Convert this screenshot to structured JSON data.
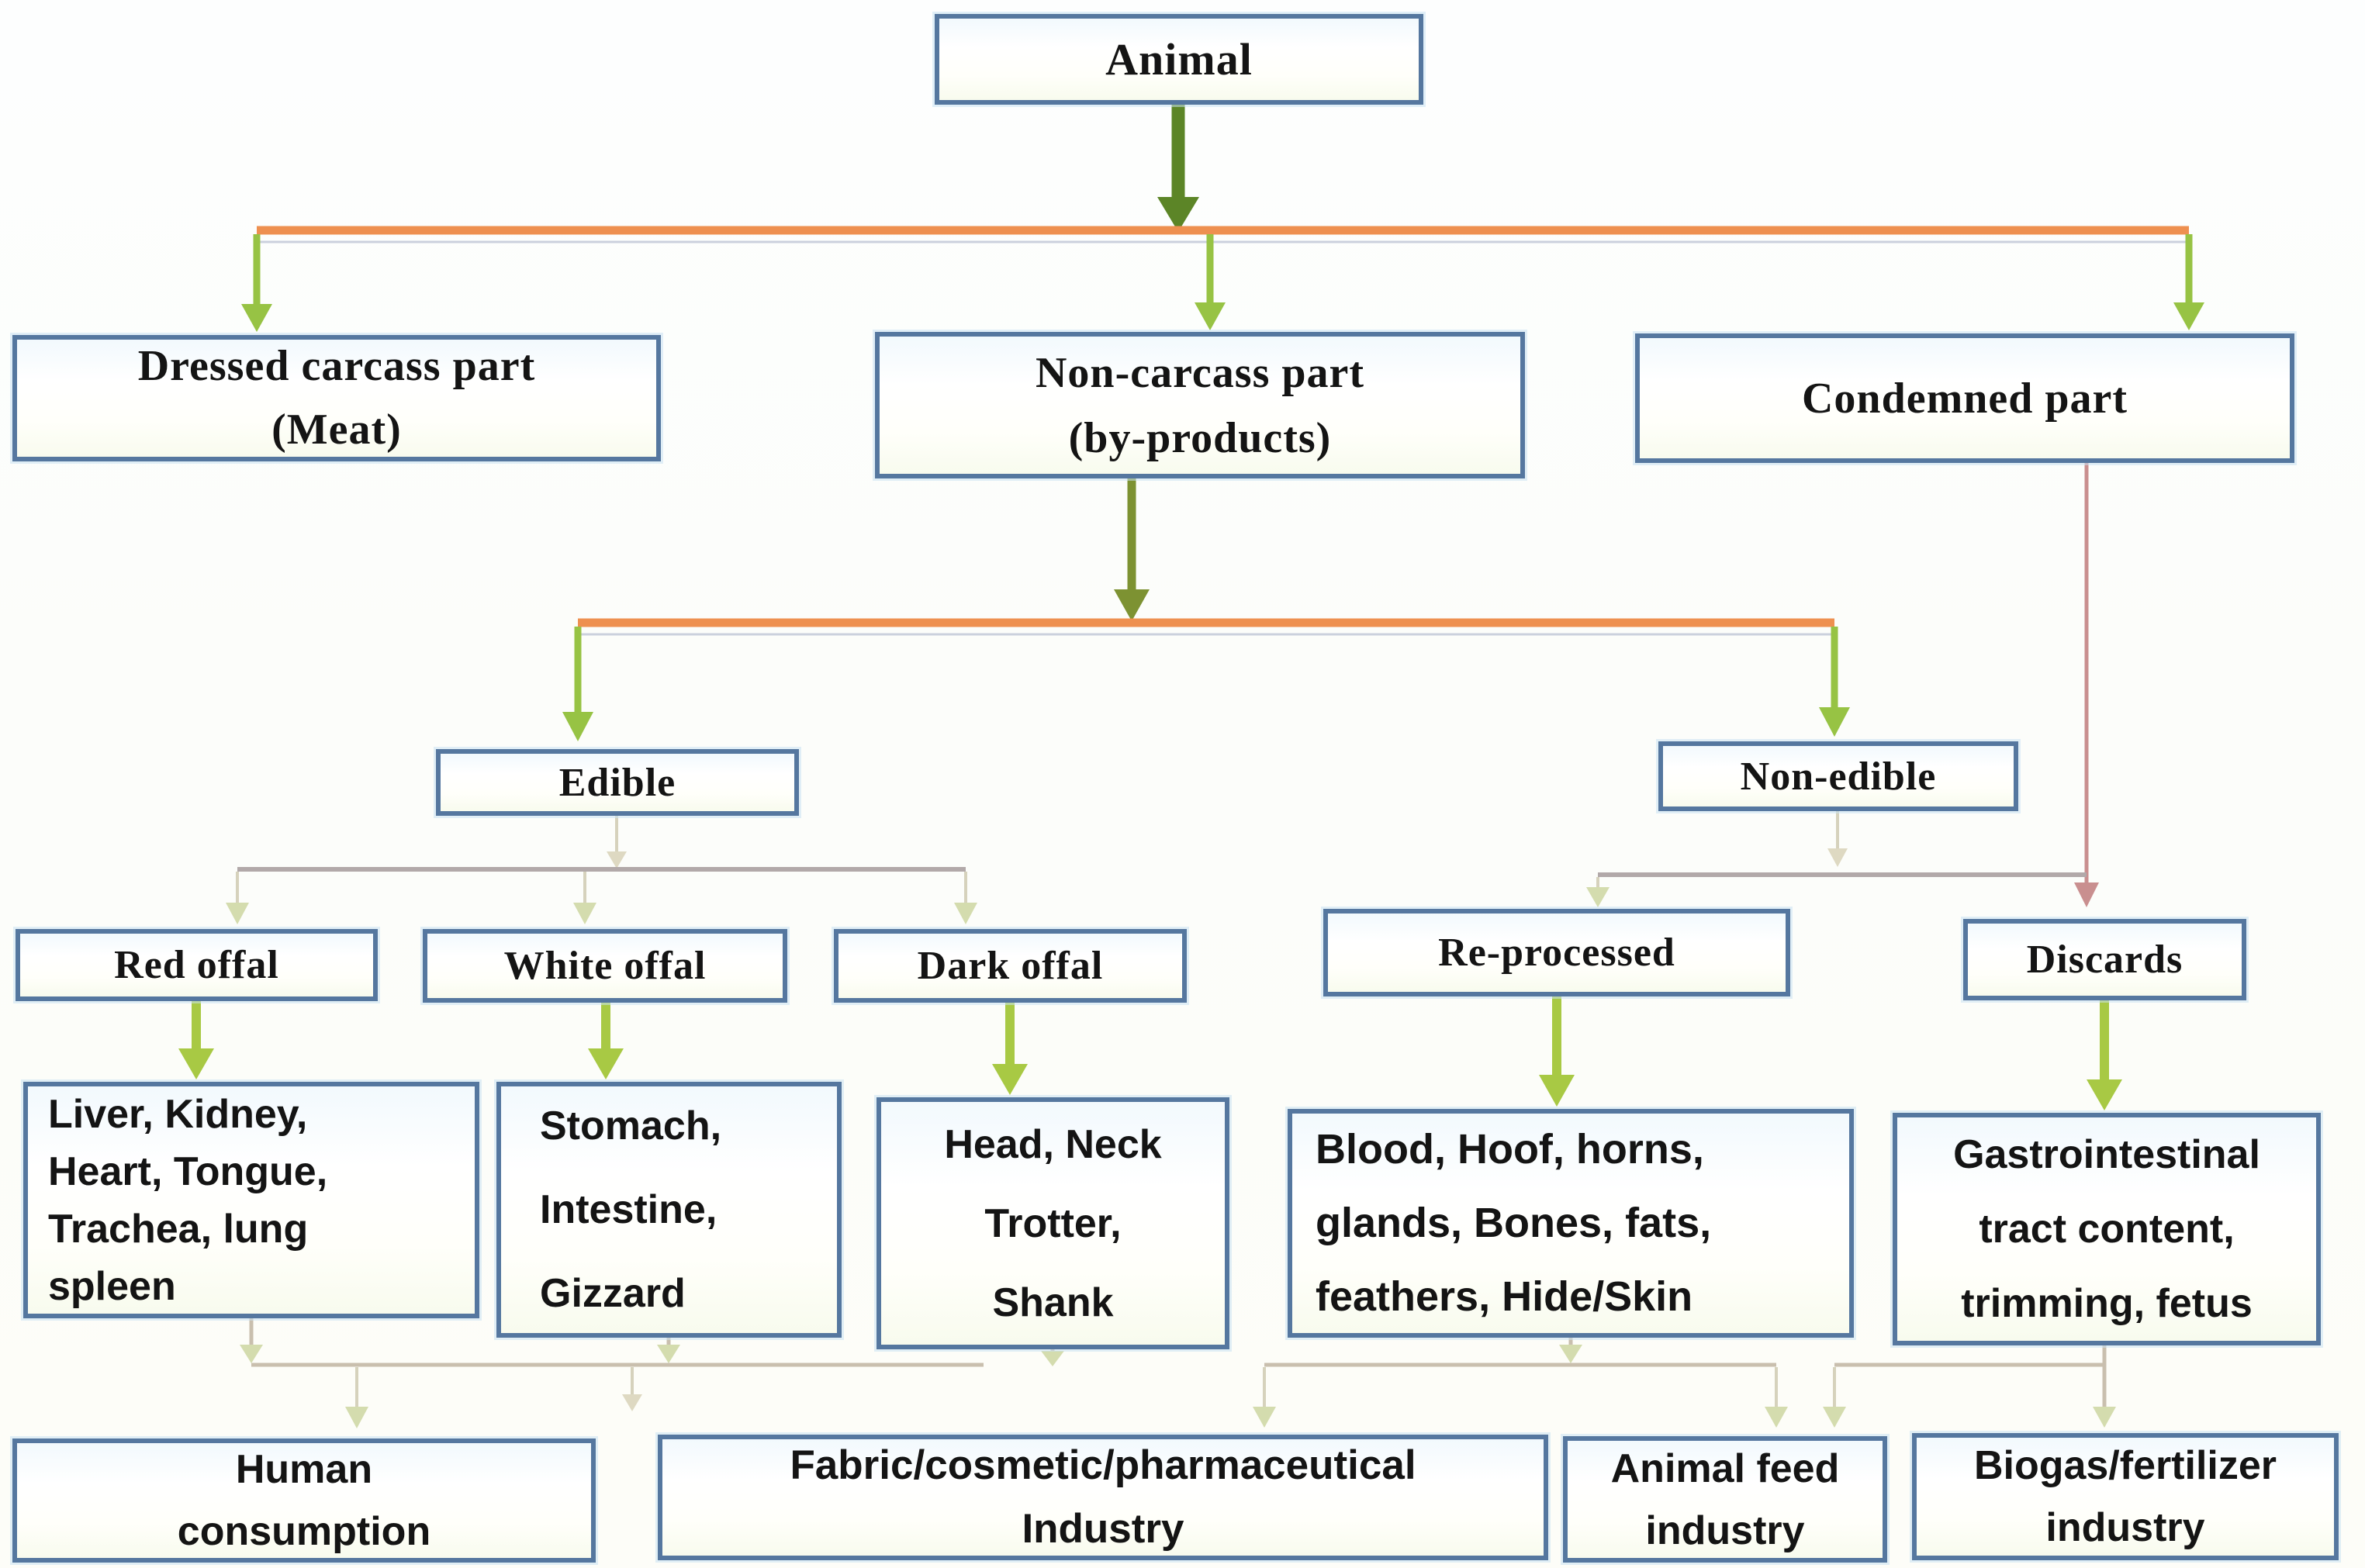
{
  "diagram": {
    "title": "Animal products classification flowchart",
    "nodes": {
      "animal": {
        "label": "Animal"
      },
      "dressed": {
        "label": "Dressed carcass part\n(Meat)"
      },
      "noncarcass": {
        "label": "Non-carcass part\n(by-products)"
      },
      "condemned": {
        "label": "Condemned part"
      },
      "edible": {
        "label": "Edible"
      },
      "nonedible": {
        "label": "Non-edible"
      },
      "red_offal": {
        "label": "Red offal"
      },
      "white_offal": {
        "label": "White offal"
      },
      "dark_offal": {
        "label": "Dark offal"
      },
      "reprocessed": {
        "label": "Re-processed"
      },
      "discards": {
        "label": "Discards"
      },
      "red_items": {
        "label": "Liver, Kidney,\nHeart, Tongue,\nTrachea, lung\nspleen"
      },
      "white_items": {
        "label": "Stomach,\nIntestine,\nGizzard"
      },
      "dark_items": {
        "label": "Head, Neck\nTrotter,\nShank"
      },
      "reprocessed_items": {
        "label": "Blood, Hoof, horns,\nglands, Bones, fats,\nfeathers, Hide/Skin"
      },
      "discard_items": {
        "label": "Gastrointestinal\ntract content,\ntrimming, fetus"
      },
      "human": {
        "label": "Human\nconsumption"
      },
      "fabric": {
        "label": "Fabric/cosmetic/pharmaceutical\nIndustry"
      },
      "feed": {
        "label": "Animal feed\nindustry"
      },
      "biogas": {
        "label": "Biogas/fertilizer\nindustry"
      }
    },
    "edges": [
      {
        "from": "animal",
        "to": "dressed"
      },
      {
        "from": "animal",
        "to": "noncarcass"
      },
      {
        "from": "animal",
        "to": "condemned"
      },
      {
        "from": "noncarcass",
        "to": "edible"
      },
      {
        "from": "noncarcass",
        "to": "nonedible"
      },
      {
        "from": "condemned",
        "to": "discards"
      },
      {
        "from": "edible",
        "to": "red_offal"
      },
      {
        "from": "edible",
        "to": "white_offal"
      },
      {
        "from": "edible",
        "to": "dark_offal"
      },
      {
        "from": "nonedible",
        "to": "reprocessed"
      },
      {
        "from": "nonedible",
        "to": "discards"
      },
      {
        "from": "red_offal",
        "to": "red_items"
      },
      {
        "from": "white_offal",
        "to": "white_items"
      },
      {
        "from": "dark_offal",
        "to": "dark_items"
      },
      {
        "from": "reprocessed",
        "to": "reprocessed_items"
      },
      {
        "from": "discards",
        "to": "discard_items"
      },
      {
        "from": "red_items",
        "to": "human"
      },
      {
        "from": "white_items",
        "to": "human"
      },
      {
        "from": "dark_items",
        "to": "human"
      },
      {
        "from": "reprocessed_items",
        "to": "fabric"
      },
      {
        "from": "reprocessed_items",
        "to": "feed"
      },
      {
        "from": "discard_items",
        "to": "feed"
      },
      {
        "from": "discard_items",
        "to": "biogas"
      }
    ],
    "colors": {
      "box_border": "#55779f",
      "orange_connector": "#ee9050",
      "green_arrow": "#97c344",
      "green_arrow2": "#a8c944",
      "dark_green_arrow": "#5c8527",
      "olive_arrow": "#7d9232",
      "pink_connector": "#c98f8f",
      "tan_connector": "#b2a9a9",
      "pale_arrow": "#d4dcae",
      "ink": "#141414"
    }
  }
}
